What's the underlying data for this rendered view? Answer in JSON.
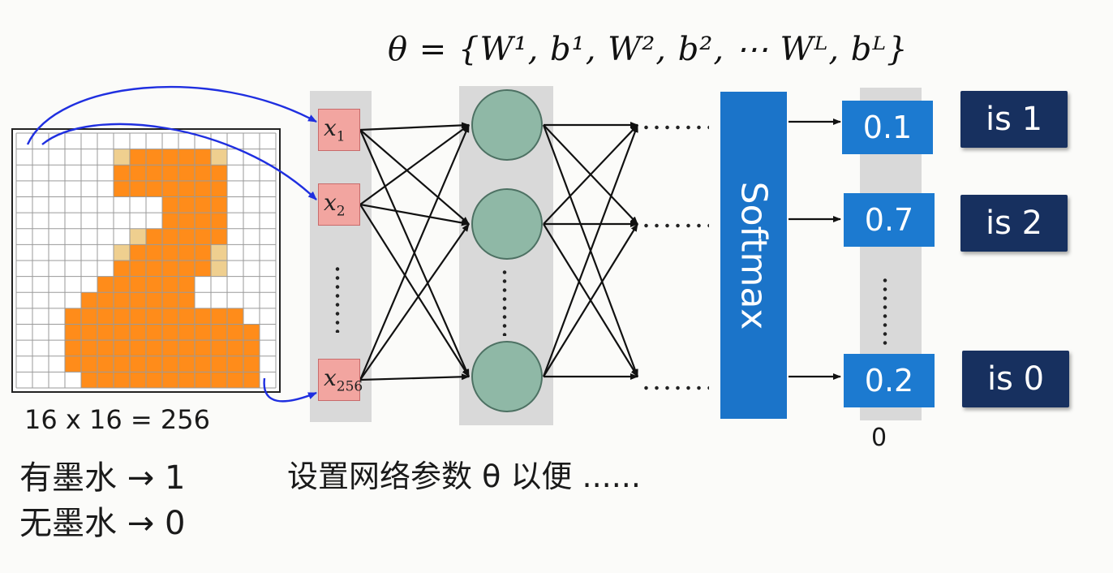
{
  "formula": "θ = {W¹, b¹, W², b², ⋯ Wᴸ, bᴸ}",
  "grid": {
    "size": 16,
    "caption": "16 x 16 = 256",
    "ink_color": "#ff8c1a",
    "partial_color": "#efcf8f",
    "ink_cells": [
      [
        1,
        [
          7,
          8,
          9,
          10,
          11
        ]
      ],
      [
        2,
        [
          6,
          7,
          8,
          9,
          10,
          11,
          12
        ]
      ],
      [
        3,
        [
          6,
          7,
          8,
          9,
          10,
          11,
          12
        ]
      ],
      [
        4,
        [
          9,
          10,
          11,
          12
        ]
      ],
      [
        5,
        [
          9,
          10,
          11,
          12
        ]
      ],
      [
        6,
        [
          8,
          9,
          10,
          11,
          12
        ]
      ],
      [
        7,
        [
          7,
          8,
          9,
          10,
          11
        ]
      ],
      [
        8,
        [
          6,
          7,
          8,
          9,
          10,
          11
        ]
      ],
      [
        9,
        [
          5,
          6,
          7,
          8,
          9,
          10
        ]
      ],
      [
        10,
        [
          4,
          5,
          6,
          7,
          8,
          9,
          10
        ]
      ],
      [
        11,
        [
          3,
          4,
          5,
          6,
          7,
          8,
          9,
          10,
          11,
          12,
          13
        ]
      ],
      [
        12,
        [
          3,
          4,
          5,
          6,
          7,
          8,
          9,
          10,
          11,
          12,
          13,
          14
        ]
      ],
      [
        13,
        [
          3,
          4,
          5,
          6,
          7,
          8,
          9,
          10,
          11,
          12,
          13,
          14
        ]
      ],
      [
        14,
        [
          3,
          4,
          5,
          6,
          7,
          8,
          9,
          10,
          11,
          12,
          13,
          14
        ]
      ],
      [
        15,
        [
          4,
          5,
          6,
          7,
          8,
          9,
          10,
          11,
          12,
          13,
          14
        ]
      ]
    ],
    "partial_cells": [
      [
        1,
        6
      ],
      [
        1,
        12
      ],
      [
        6,
        7
      ],
      [
        7,
        6
      ],
      [
        7,
        12
      ],
      [
        8,
        12
      ]
    ]
  },
  "inputs": [
    {
      "label": "x",
      "sub": "1"
    },
    {
      "label": "x",
      "sub": "2"
    },
    {
      "label": "x",
      "sub": "256"
    }
  ],
  "softmax_label": "Softmax",
  "outputs": [
    "0.1",
    "0.7",
    "0.2"
  ],
  "output_below": "0",
  "classes": [
    "is 1",
    "is 2",
    "is 0"
  ],
  "notes": {
    "ink": "有墨水 → 1",
    "no_ink": "无墨水 → 0",
    "set_params": "设置网络参数 θ 以便 ......"
  },
  "colors": {
    "arrow_blue": "#1f2fe0",
    "softmax_blue": "#1b74c9",
    "output_blue": "#1c7ad0",
    "class_navy": "#17305f",
    "neuron_green": "#8fb8a6",
    "input_pink": "#f2a5a0",
    "lane_gray": "#d9d9d9"
  }
}
